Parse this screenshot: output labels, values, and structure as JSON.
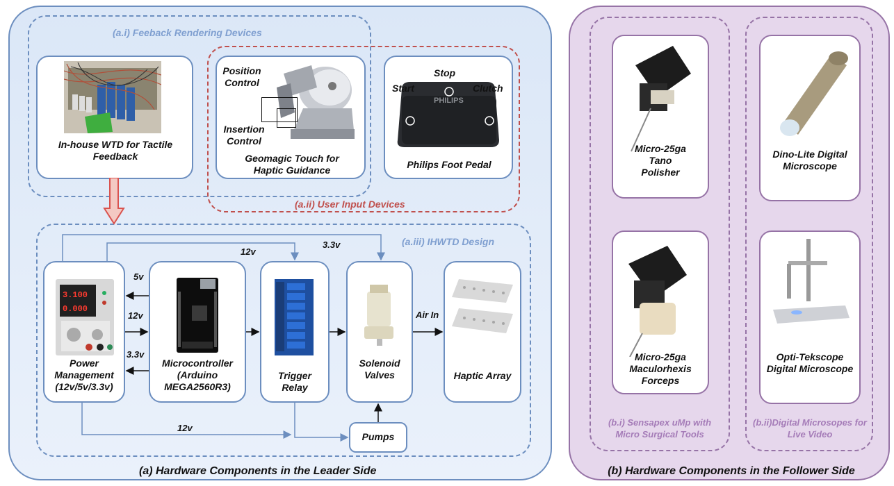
{
  "leader": {
    "caption": "(a)  Hardware Components in the Leader Side",
    "group_feedback": "(a.i) Feeback Rendering Devices",
    "group_input": "(a.ii) User Input Devices",
    "group_design": "(a.iii) IHWTD Design",
    "wtd_label": "In-house WTD for Tactile Feedback",
    "geomagic_label": "Geomagic Touch for Haptic Guidance",
    "position_control": "Position Control",
    "insertion_control": "Insertion Control",
    "pedal_label": "Philips Foot Pedal",
    "pedal_stop": "Stop",
    "pedal_start": "Start",
    "pedal_clutch": "Clutch",
    "pedal_brand": "PHILIPS",
    "psu_display_top": "3.100",
    "psu_display_bottom": "0.000",
    "power_label": "Power Management (12v/5v/3.3v)",
    "micro_label": "Microcontroller (Arduino MEGA2560R3)",
    "relay_label": "Trigger Relay",
    "solenoid_label": "Solenoid Valves",
    "haptic_label": "Haptic Array",
    "pumps_label": "Pumps",
    "wire_5v": "5v",
    "wire_12v_a": "12v",
    "wire_3v3_a": "3.3v",
    "wire_12v_top": "12v",
    "wire_3v3_top": "3.3v",
    "wire_12v_bottom": "12v",
    "air_in": "Air In"
  },
  "follower": {
    "caption": "(b) Hardware Components in the Follower Side",
    "tano_label": "Micro-25ga Tano Polisher",
    "forceps_label": "Micro-25ga Maculorhexis Forceps",
    "dino_label": "Dino-Lite Digital Microscope",
    "opti_label": "Opti-Tekscope Digital Microscope",
    "group_sensapex": "(b.i) Sensapex uMp with Micro Surgical Tools",
    "group_microscopes": "(b.ii)Digital Microsopes for Live Video"
  },
  "colors": {
    "blue": "#6c8ebf",
    "red": "#c0504d",
    "purple": "#9673a6"
  }
}
